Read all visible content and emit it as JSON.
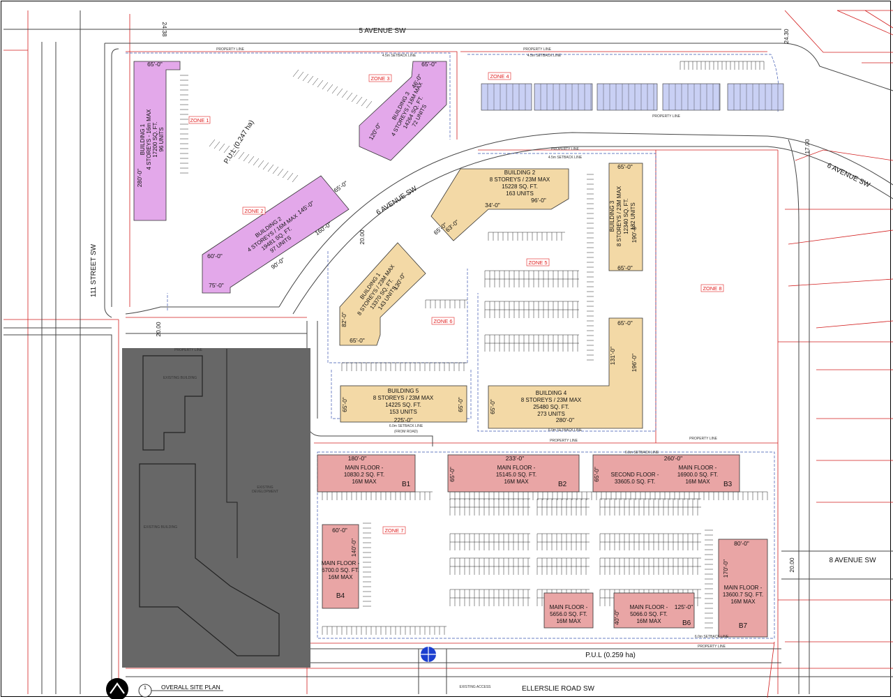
{
  "streets": {
    "fifth_ave": "5 AVENUE SW",
    "sixth_ave_center": "6 AVENUE SW",
    "sixth_ave_right": "6 AVENUE SW",
    "eighth_ave": "8 AVENUE SW",
    "street_111": "111 STREET SW",
    "ellerslie": "ELLERSLIE ROAD SW",
    "existing_access": "EXISTING ACCESS"
  },
  "road_widths": [
    "24.38",
    "24.30",
    "17.00",
    "20.00",
    "20.00",
    "20.00"
  ],
  "pul": {
    "north": "P.U.L (0.247 ha)",
    "south": "P.U.L (0.259 ha)"
  },
  "labels": {
    "property_line": "PROPERTY LINE",
    "setback_45": "4.5m SETBACK LINE",
    "setback_60": "6.0m SETBACK LINE",
    "setback_from_road": "(FROM ROAD)",
    "existing_building": "EXISTING BUILDING",
    "existing_dev_1": "EXISTING",
    "existing_dev_2": "DEVELOPMENT"
  },
  "zones": [
    "ZONE 1",
    "ZONE 2",
    "ZONE 3",
    "ZONE 4",
    "ZONE 5",
    "ZONE 6",
    "ZONE 7",
    "ZONE 8"
  ],
  "buildings": {
    "z1_b1": [
      "BUILDING 1",
      "4 STOREYS - 16m MAX",
      "17200 SQ. FT.",
      "96 UNITS"
    ],
    "z2_b2": [
      "BUILDING 2",
      "4 STOREYS / 16M MAX",
      "19481 SQ. FT.",
      "97 UNITS"
    ],
    "z3_b3": [
      "BUILDING 3",
      "4 STOREYS / 16M MAX",
      "14264 SQ. FT.",
      "72 UNITS"
    ],
    "z5_b1": [
      "BUILDING 1",
      "8 STOREYS / 23M MAX",
      "13370 SQ. FT.",
      "143 UNITS"
    ],
    "z5_b2": [
      "BUILDING 2",
      "8 STOREYS / 23M MAX",
      "15228 SQ. FT.",
      "163 UNITS"
    ],
    "z5_b3": [
      "BUILDING 3",
      "8 STOREYS / 23M MAX",
      "12340 SQ. FT.",
      "132 UNITS"
    ],
    "z5_b4": [
      "BUILDING 4",
      "8 STOREYS / 23M MAX",
      "25480 SQ. FT.",
      "273 UNITS"
    ],
    "z5_b5": [
      "BUILDING 5",
      "8 STOREYS / 23M MAX",
      "14225 SQ. FT.",
      "153 UNITS"
    ]
  },
  "commercial": {
    "b1": {
      "lines": [
        "MAIN FLOOR -",
        "10830.2 SQ. FT.",
        "16M MAX"
      ],
      "tag": "B1"
    },
    "b2": {
      "lines": [
        "MAIN FLOOR -",
        "15145.0 SQ. FT.",
        "16M MAX"
      ],
      "tag": "B2"
    },
    "b3a": {
      "lines": [
        "SECOND FLOOR -",
        "33605.0 SQ. FT."
      ]
    },
    "b3b": {
      "lines": [
        "MAIN FLOOR -",
        "16900.0 SQ. FT.",
        "16M MAX"
      ],
      "tag": "B3"
    },
    "b4": {
      "lines": [
        "MAIN FLOOR -",
        "6700.0 SQ. FT.",
        "16M MAX"
      ],
      "tag": "B4"
    },
    "b5": {
      "lines": [
        "MAIN FLOOR -",
        "5656.0 SQ. FT.",
        "16M MAX"
      ]
    },
    "b6": {
      "lines": [
        "MAIN FLOOR -",
        "5066.0 SQ. FT.",
        "16M MAX"
      ],
      "tag": "B6"
    },
    "b7": {
      "lines": [
        "MAIN FLOOR -",
        "13600.7 SQ. FT.",
        "16M MAX"
      ],
      "tag": "B7"
    }
  },
  "dims": [
    "65'-0\"",
    "280'-0\"",
    "46'-0\"",
    "120'-0\"",
    "65'-0\"",
    "60'-0\"",
    "145'-0\"",
    "160'-0\"",
    "90'-0\"",
    "75'-0\"",
    "65'-0\"",
    "96'-0\"",
    "34'-0\"",
    "63'-0\"",
    "65'-0\"",
    "65'-0\"",
    "190'-0\"",
    "65'-0\"",
    "131'-0\"",
    "196'-0\"",
    "65'-0\"",
    "130'-0\"",
    "82'-0\"",
    "65'-0\"",
    "225'-0\"",
    "65'-0\"",
    "65'-0\"",
    "280'-0\"",
    "65'-0\"",
    "180'-0\"",
    "233'-0\"",
    "260'-0\"",
    "60'-0\"",
    "140'-0\"",
    "80'-0\"",
    "170'-0\"",
    "125'-0\"",
    "40'-0\"",
    "65'-0\"",
    "65'-0\""
  ],
  "title_block": {
    "number": "1",
    "title": "OVERALL SITE PLAN"
  },
  "colors": {
    "purple": "#e3a8ea",
    "tan": "#f3d9a6",
    "pink": "#e9a5a5",
    "blue": "#c9d0f4",
    "grey": "#676767",
    "red": "#d21d1d"
  }
}
